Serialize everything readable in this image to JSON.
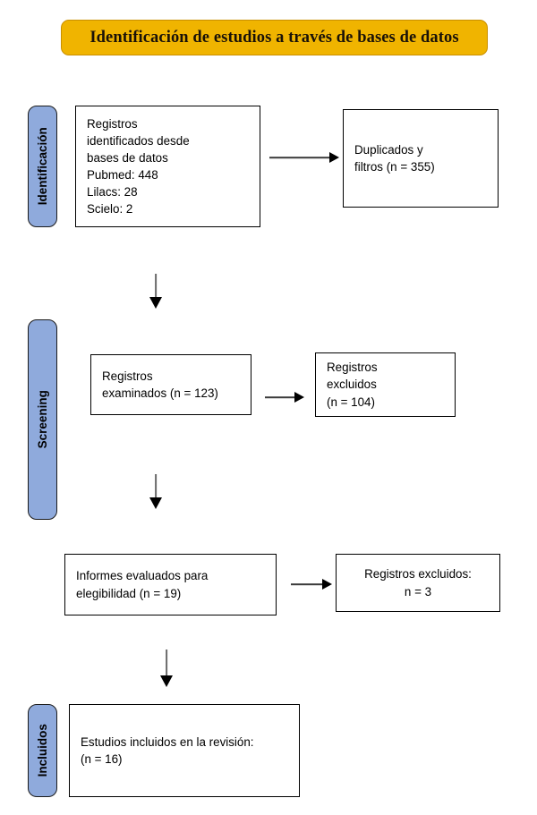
{
  "diagram": {
    "title": "Identificación de estudios a través de bases de datos",
    "stages": [
      {
        "key": "identification",
        "label": "Identificación"
      },
      {
        "key": "screening",
        "label": "Screening"
      },
      {
        "key": "included",
        "label": "Incluidos"
      }
    ],
    "boxes": {
      "records_identified": "Registros\nidentificados desde\nbases de datos\nPubmed: 448\nLilacs: 28\nScielo: 2",
      "duplicates_removed": "Duplicados y\nfiltros (n = 355)",
      "records_screened": "Registros\nexaminados (n = 123)",
      "records_excluded": "Registros\nexcluidos\n(n = 104)",
      "reports_assessed": "Informes evaluados para\nelegibilidad (n = 19)",
      "reports_excluded": "Registros excluidos:\nn = 3",
      "studies_included": "Estudios incluidos en la revisión:\n(n = 16)"
    },
    "counts": {
      "pubmed": 448,
      "lilacs": 28,
      "scielo": 2,
      "duplicates_and_filters": 355,
      "screened": 123,
      "excluded_screening": 104,
      "assessed_eligibility": 19,
      "excluded_eligibility": 3,
      "included": 16
    },
    "colors": {
      "banner_fill": "#f0b400",
      "banner_border": "#c98f00",
      "stage_bar_fill": "#8faadc",
      "stage_bar_border": "#1b1b1b",
      "box_border": "#000000",
      "box_fill": "#ffffff",
      "arrow": "#000000"
    }
  }
}
